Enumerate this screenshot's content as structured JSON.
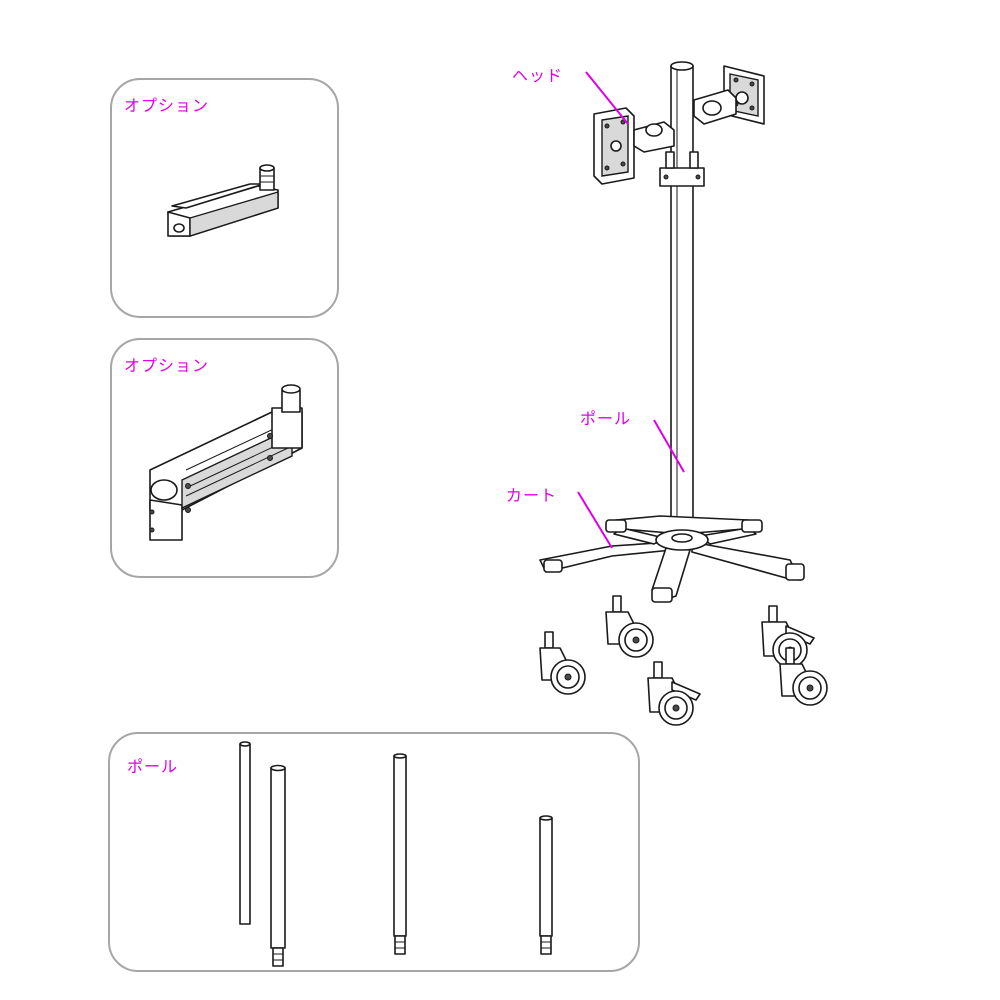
{
  "panels": {
    "option_top": {
      "label": "オプション"
    },
    "option_middle": {
      "label": "オプション"
    },
    "pole_variants": {
      "label": "ポール"
    }
  },
  "callouts": {
    "head": "ヘッド",
    "pole": "ポール",
    "cart": "カート"
  },
  "colors": {
    "label_magenta": "#e100e6",
    "panel_border": "#a6a6a6",
    "line_art": "#1a1a1a"
  }
}
